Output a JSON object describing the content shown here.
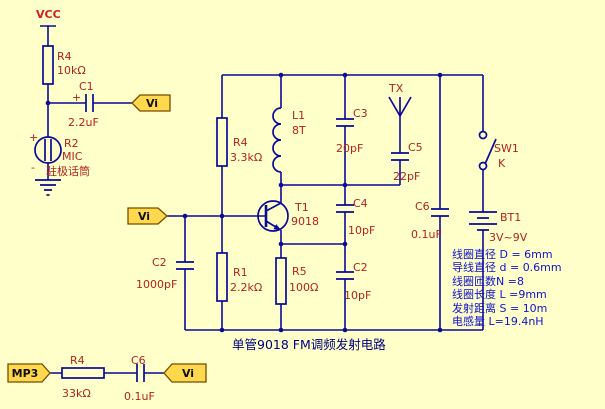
{
  "colors": {
    "background": "#FFFFC9",
    "wire": "#0A0A96",
    "component_label": "#B22222",
    "vcc_red": "#D02020",
    "note_blue": "#1212D0",
    "caption_navy": "#000080",
    "port_fill": "#FFD84D",
    "port_border": "#7A4A00"
  },
  "mic": {
    "vcc": "VCC",
    "r4_ref": "R4",
    "r4_val": "10kΩ",
    "c1_ref": "C1",
    "c1_val": "2.2uF",
    "c1_plus": "+",
    "port_vi": "Vi",
    "mic_ref": "R2",
    "mic_name": "MIC",
    "mic_cn": "驻极话筒",
    "mic_plus": "+",
    "mic_minus": "-"
  },
  "main": {
    "port_vi": "Vi",
    "c2a_ref": "C2",
    "c2a_val": "1000pF",
    "r4_ref": "R4",
    "r4_val": "3.3kΩ",
    "r1_ref": "R1",
    "r1_val": "2.2kΩ",
    "l1_ref": "L1",
    "l1_val": "8T",
    "t1_ref": "T1",
    "t1_val": "9018",
    "r5_ref": "R5",
    "r5_val": "100Ω",
    "c3_ref": "C3",
    "c3_val": "20pF",
    "c4_ref": "C4",
    "c4_val": "10pF",
    "c2b_ref": "C2",
    "c2b_val": "10pF",
    "tx": "TX",
    "c5_ref": "C5",
    "c5_val": "22pF",
    "c6_ref": "C6",
    "c6_val": "0.1uF",
    "sw_ref": "SW1",
    "sw_val": "K",
    "bt_ref": "BT1",
    "bt_val": "3V~9V"
  },
  "notes": [
    "线圈直径 D = 6mm",
    "导线直径 d = 0.6mm",
    "线圈匝数N =8",
    "线圈长度 L =9mm",
    "发射距离 S = 10m",
    "电感量 L=19.4nH"
  ],
  "caption": "单管9018 FM调频发射电路",
  "input": {
    "port_mp3": "MP3",
    "r4_ref": "R4",
    "r4_val": "33kΩ",
    "c6_ref": "C6",
    "c6_val": "0.1uF",
    "port_vi": "Vi"
  }
}
